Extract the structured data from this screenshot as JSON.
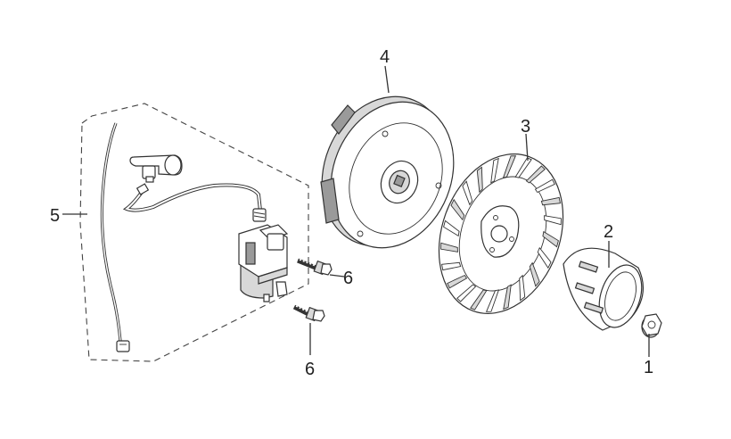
{
  "callouts": {
    "c1": "1",
    "c2": "2",
    "c3": "3",
    "c4": "4",
    "c5": "5",
    "c6a": "6",
    "c6b": "6"
  },
  "parts": [
    {
      "callout": "1",
      "part": "flange-nut"
    },
    {
      "callout": "2",
      "part": "starter-cup"
    },
    {
      "callout": "3",
      "part": "cooling-fan"
    },
    {
      "callout": "4",
      "part": "flywheel"
    },
    {
      "callout": "5",
      "part": "ignition-coil-assembly"
    },
    {
      "callout": "6",
      "part": "bolt"
    }
  ],
  "colors": {
    "line": "#333333",
    "fill_light": "#d8d8d8",
    "fill_dark": "#9a9a9a",
    "background": "#ffffff"
  }
}
